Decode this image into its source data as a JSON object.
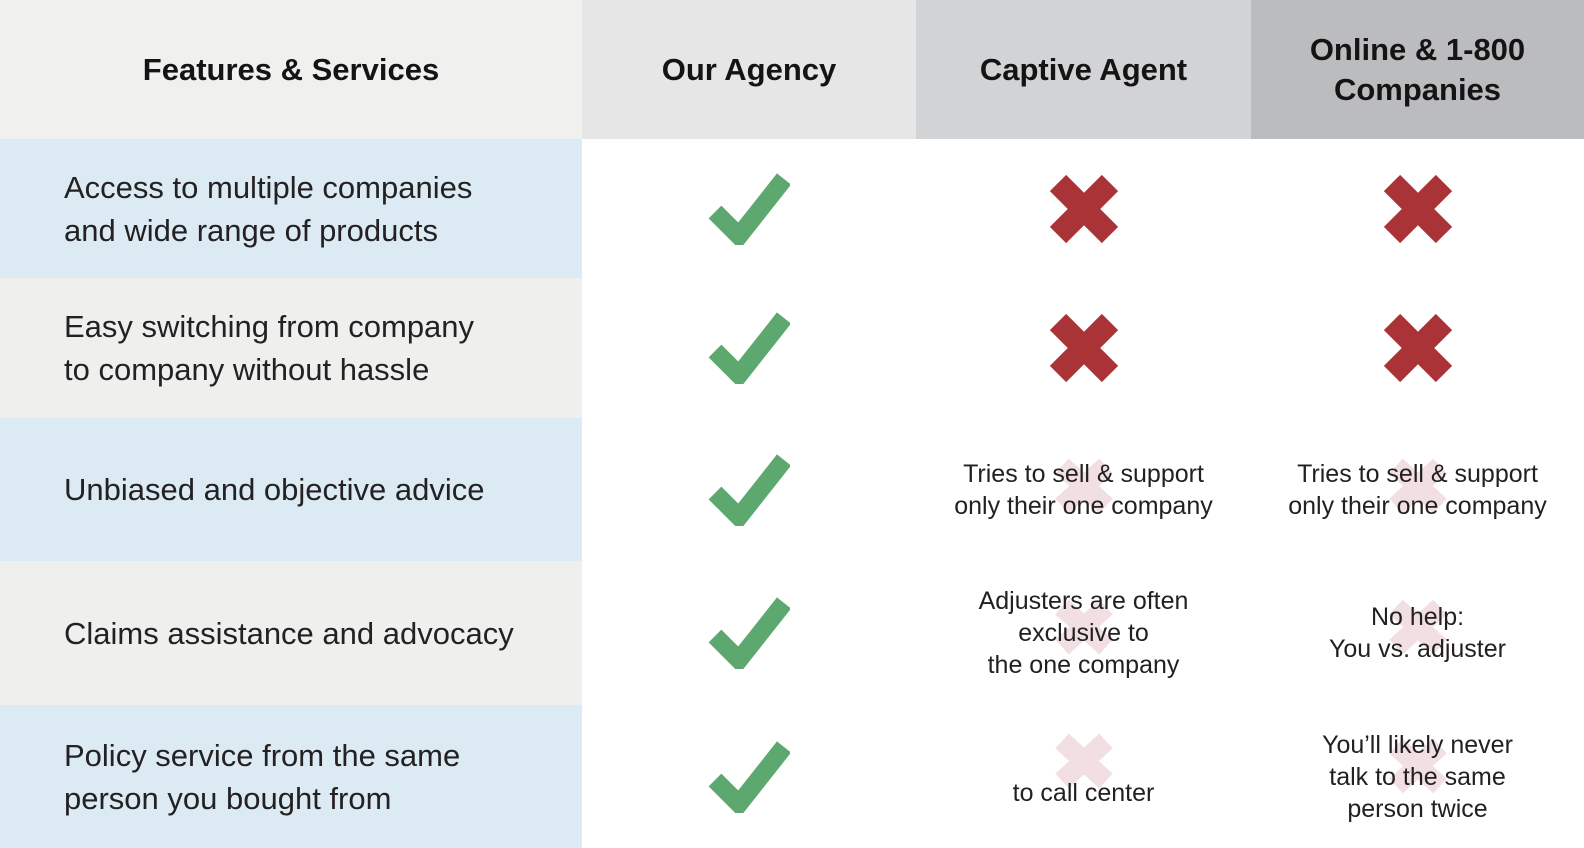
{
  "chart_data": {
    "type": "table",
    "title": "Features & Services comparison: Our Agency vs Captive Agent vs Online & 1-800 Companies",
    "columns": [
      "Features & Services",
      "Our Agency",
      "Captive Agent",
      "Online & 1-800 Companies"
    ],
    "rows": [
      [
        "Access to multiple companies and wide range of products",
        "yes",
        "no",
        "no"
      ],
      [
        "Easy switching from company to company without hassle",
        "yes",
        "no",
        "no"
      ],
      [
        "Unbiased and objective advice",
        "yes",
        "no - Tries to sell & support only their one company",
        "no - Tries to sell & support only their one company"
      ],
      [
        "Claims assistance and advocacy",
        "yes",
        "no - Adjusters are often exclusive to the one company",
        "no - No help: You vs. adjuster"
      ],
      [
        "Policy service from the same person you bought from",
        "yes",
        "no - to call center",
        "no - You’ll likely never talk to the same person twice"
      ]
    ]
  },
  "colors": {
    "check_green": "#5CA86E",
    "cross_red": "#AA3338",
    "faded_cross_pink": "#F2DFE2",
    "row_blue": "#DCEAF4",
    "row_gray": "#EFEFEE",
    "header_col1": "#F0F0EF",
    "header_col2": "#E5E6E5",
    "header_col3": "#D2D3D4",
    "header_col4": "#BBBCBE"
  },
  "icons": {
    "check": "check-icon",
    "cross": "cross-icon",
    "faded_cross": "faded-cross-icon"
  },
  "header": {
    "features": "Features & Services",
    "our_agency": "Our Agency",
    "captive_agent": "Captive Agent",
    "online": "Online & 1-800 Companies"
  },
  "rows": [
    {
      "feature_lines": [
        "Access to multiple companies",
        "and wide range of products"
      ],
      "our_agency": {
        "mark": "check"
      },
      "captive_agent": {
        "mark": "cross"
      },
      "online_1800": {
        "mark": "cross"
      }
    },
    {
      "feature_lines": [
        "Easy switching from company",
        "to company without hassle"
      ],
      "our_agency": {
        "mark": "check"
      },
      "captive_agent": {
        "mark": "cross"
      },
      "online_1800": {
        "mark": "cross"
      }
    },
    {
      "feature_lines": [
        "Unbiased and objective advice"
      ],
      "our_agency": {
        "mark": "check"
      },
      "captive_agent": {
        "mark": "faded-cross",
        "lines": [
          "Tries to sell & support",
          "only their one company"
        ]
      },
      "online_1800": {
        "mark": "faded-cross",
        "lines": [
          "Tries to sell & support",
          "only their one company"
        ]
      }
    },
    {
      "feature_lines": [
        "Claims assistance and advocacy"
      ],
      "our_agency": {
        "mark": "check"
      },
      "captive_agent": {
        "mark": "faded-cross",
        "lines": [
          "Adjusters are often",
          "exclusive to",
          "the one company"
        ]
      },
      "online_1800": {
        "mark": "faded-cross",
        "lines": [
          "No help:",
          "You vs. adjuster"
        ]
      }
    },
    {
      "feature_lines": [
        "Policy service from the same",
        "person you bought from"
      ],
      "our_agency": {
        "mark": "check"
      },
      "captive_agent": {
        "mark": "faded-cross",
        "text_position": "below",
        "lines": [
          "to call center"
        ]
      },
      "online_1800": {
        "mark": "faded-cross",
        "lines": [
          "You’ll likely never",
          "talk to the same",
          "person twice"
        ]
      }
    }
  ]
}
